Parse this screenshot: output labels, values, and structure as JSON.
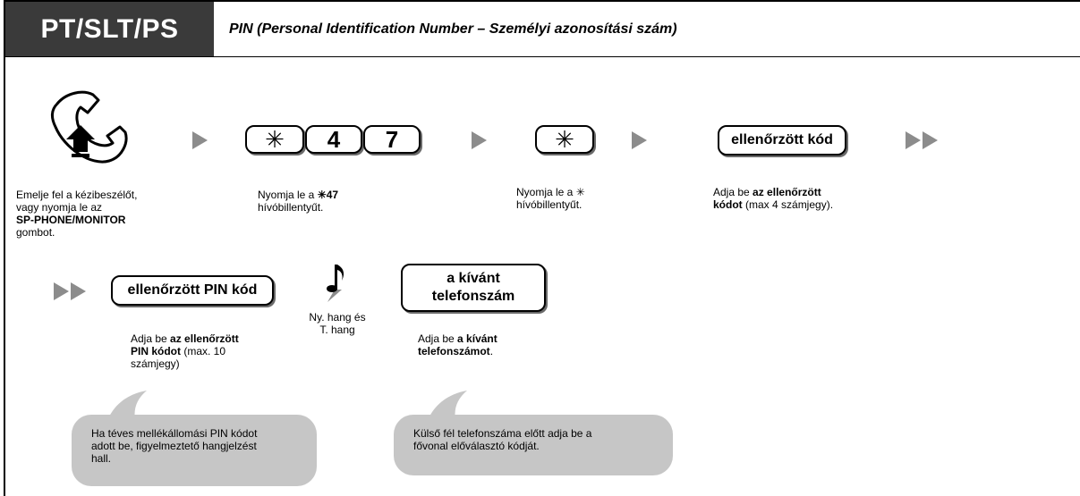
{
  "header": {
    "badge": "PT/SLT/PS",
    "title": "PIN (Personal Identification Number – Személyi azonosítási szám)"
  },
  "steps": {
    "s1_line1": "Emelje fel a kézibeszélőt,",
    "s1_line2": "vagy nyomja le az",
    "s1_line3": "SP-PHONE/MONITOR",
    "s1_line4": "gombot.",
    "s2_pre": "Nyomja le a ",
    "s2_key": "✳47",
    "s2_line2": "hívóbillentyűt.",
    "s3_line1": "Nyomja le a ✳",
    "s3_line2": "hívóbillentyűt.",
    "s4_pre": "Adja be ",
    "s4_bold1": "az ellenőrzött",
    "s4_bold2": "kódot",
    "s4_post": " (max 4 számjegy).",
    "s5_pre": "Adja be ",
    "s5_bold1": "az ellenőrzött",
    "s5_bold2": "PIN kódot",
    "s5_post": " (max. 10",
    "s5_line3": "számjegy)",
    "tone_line1": "Ny. hang és",
    "tone_line2": "T. hang",
    "s6_pre": "Adja be ",
    "s6_bold1": "a kívánt",
    "s6_bold2": "telefonszámot",
    "s6_post": "."
  },
  "keys": {
    "star": "✳",
    "four": "4",
    "seven": "7",
    "star2": "✳",
    "verified_code": "ellenőrzött kód",
    "verified_pin": "ellenőrzött PIN kód",
    "phone_line1": "a kívánt",
    "phone_line2": "telefonszám"
  },
  "notes": {
    "n1_line1": "Ha téves mellékállomási PIN kódot",
    "n1_line2": "adott be, figyelmeztető hangjelzést",
    "n1_line3": "hall.",
    "n2_line1": "Külső fél telefonszáma előtt adja be a",
    "n2_line2": "fővonal előválasztó kódját."
  },
  "icons": {
    "handset": "handset-off-hook-icon",
    "tone": "music-note-icon",
    "arrow": "triangle-right-icon"
  },
  "colors": {
    "badge_bg": "#3a3a3a",
    "arrow": "#8c8c8c",
    "bubble": "#c6c6c6"
  }
}
